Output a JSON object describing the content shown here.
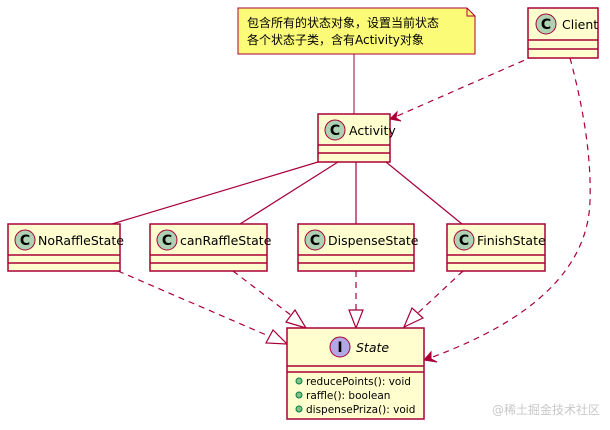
{
  "note": {
    "lines": [
      "包含所有的状态对象，设置当前状态",
      "各个状态子类，含有Activity对象"
    ]
  },
  "classes": {
    "client": "Client",
    "activity": "Activity",
    "no_raffle": "NoRaffleState",
    "can_raffle": "canRaffleState",
    "dispense": "DispenseState",
    "finish": "FinishState"
  },
  "interface": {
    "name": "State",
    "stereotype_letter": "I",
    "methods": [
      "reducePoints(): void",
      "raffle(): boolean",
      "dispensePriza(): void"
    ]
  },
  "class_letter": "C",
  "colors": {
    "border": "#a80036",
    "class_fill": "#fefece",
    "note_fill": "#fbfb77",
    "class_circle": "#add1b2",
    "interface_circle": "#b4a7e5"
  },
  "watermark": "@稀土掘金技术社区"
}
